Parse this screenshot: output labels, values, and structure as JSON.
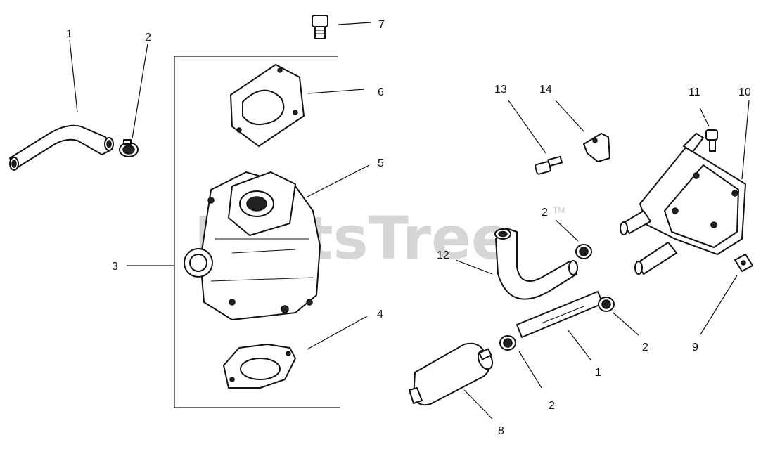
{
  "watermark": {
    "text": "PartsTree",
    "trademark": "TM"
  },
  "callouts": {
    "left_hose": "1",
    "left_clamp": "2",
    "carb_assembly": "3",
    "gasket_lower": "4",
    "carburetor": "5",
    "gasket_upper": "6",
    "bolt": "7",
    "fuel_filter": "8",
    "fitting": "9",
    "fuel_pump": "10",
    "pump_screw": "11",
    "elbow_hose": "12",
    "screw": "13",
    "bracket_clip": "14",
    "clamp_a": "2",
    "clamp_b": "2",
    "clamp_c": "2",
    "right_hose": "1"
  }
}
